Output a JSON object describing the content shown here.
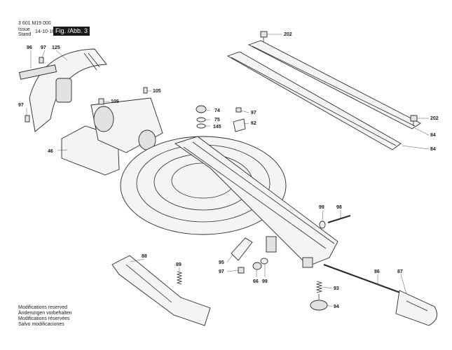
{
  "header": {
    "doc_code": "3 601 M19 000",
    "issue_label": "Issue",
    "stand_label": "Stand",
    "date": "14-10-16",
    "figure_label": "Fig. /Abb. 3"
  },
  "notes": [
    "Modifications reserved",
    "Änderungen vorbehalten",
    "Modifications réservées",
    "Salvo modificaciones"
  ],
  "part_labels": {
    "p96": "96",
    "p97a": "97",
    "p125": "125",
    "p97b": "97",
    "p105a": "105",
    "p105b": "105",
    "p46": "46",
    "p74": "74",
    "p75": "75",
    "p145": "145",
    "p97c": "97",
    "p62": "62",
    "p202a": "202",
    "p202b": "202",
    "p84a": "84",
    "p84b": "84",
    "p99a": "99",
    "p98": "98",
    "p95": "95",
    "p97d": "97",
    "p66": "66",
    "p99b": "99",
    "p86": "86",
    "p87": "87",
    "p88": "88",
    "p89": "89",
    "p93": "93",
    "p94": "94"
  }
}
